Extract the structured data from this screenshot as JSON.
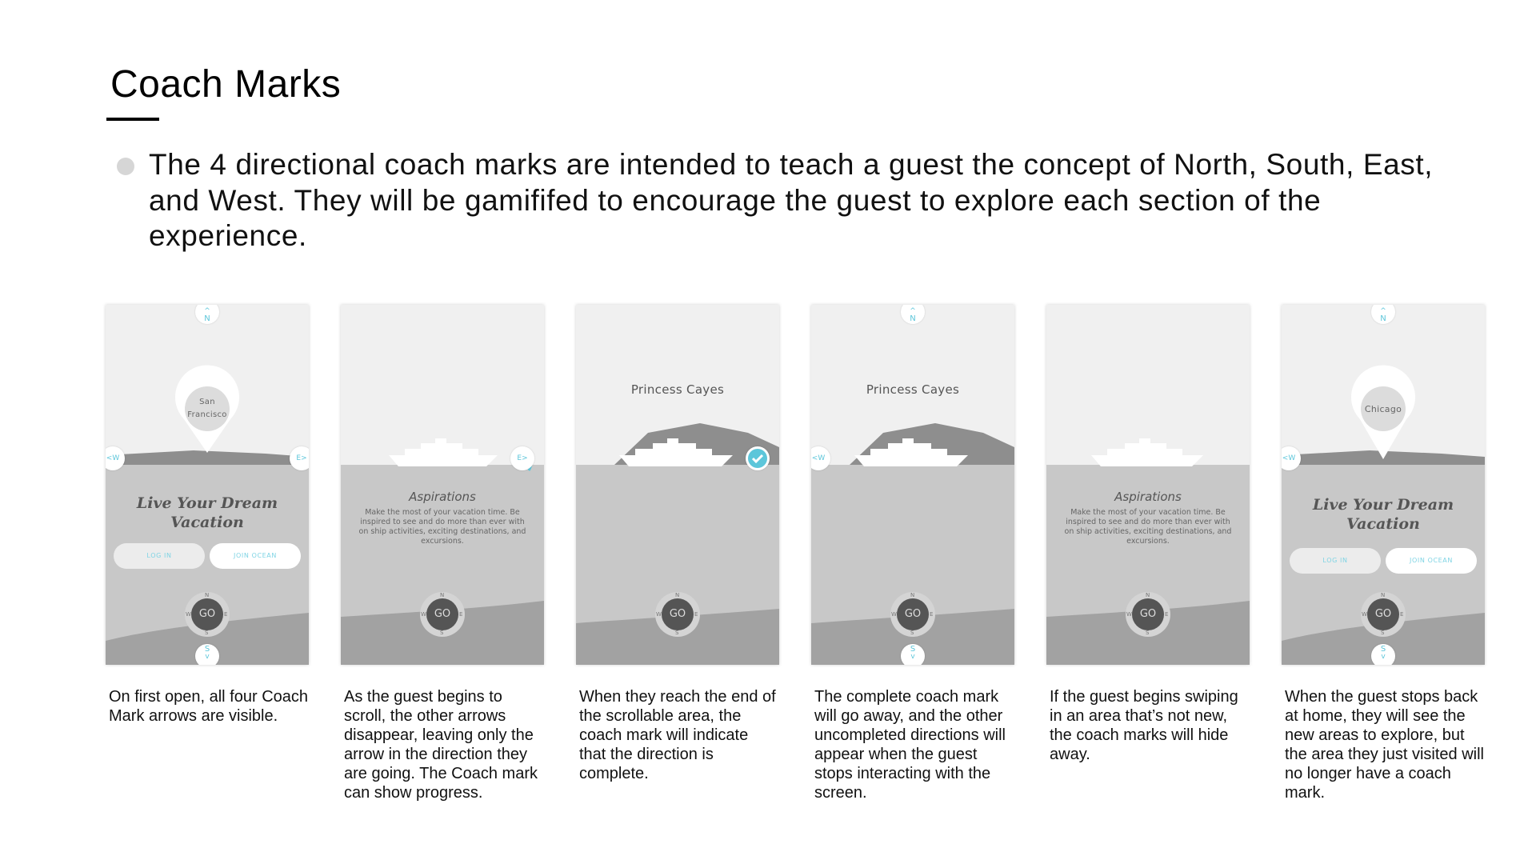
{
  "slide": {
    "title": "Coach Marks",
    "bullet": "The 4 directional coach marks are intended to teach a guest the concept of North, South, East, and West. They will be gamififed to encourage the guest to explore each section of the experience."
  },
  "common": {
    "go_label": "GO",
    "compass_letters": {
      "n": "N",
      "s": "S",
      "e": "E",
      "w": "W"
    },
    "arrows": {
      "up": "^",
      "down": "v",
      "left": "<",
      "right": ">"
    },
    "login_label": "LOG IN",
    "join_label": "JOIN OCEAN",
    "headline_line1": "Live Your Dream",
    "headline_line2": "Vacation",
    "aspirations_title": "Aspirations",
    "aspirations_body": "Make the most of your vacation time. Be inspired to see and do more than ever with on ship activities, exciting destinations, and excursions.",
    "princess_cayes": "Princess Cayes"
  },
  "screens": [
    {
      "pin_line1": "San",
      "pin_line2": "Francisco"
    },
    {},
    {},
    {},
    {},
    {
      "pin_line1": "Chicago"
    }
  ],
  "captions": [
    "On first open, all four Coach Mark arrows are visible.",
    "As the guest begins to scroll, the other arrows disappear, leaving only the arrow in the direction they are going. The Coach mark can show progress.",
    "When they reach the end of the scrollable area, the coach mark will indicate that the direction is complete.",
    "The complete coach mark will go away, and the other uncompleted directions will appear when the guest stops interacting with the screen.",
    "If the guest begins swiping in an area that’s not new, the coach marks will hide away.",
    "When the guest stops back at home, they will see the new areas to explore, but the area they just visited will no longer have a coach mark."
  ],
  "colors": {
    "accent_cyan": "#5cc6da",
    "sky": "#f0f0f0",
    "sea": "#c8c8c8",
    "hill": "#9a9a9a",
    "bullet_dot": "#d6d6d6"
  }
}
